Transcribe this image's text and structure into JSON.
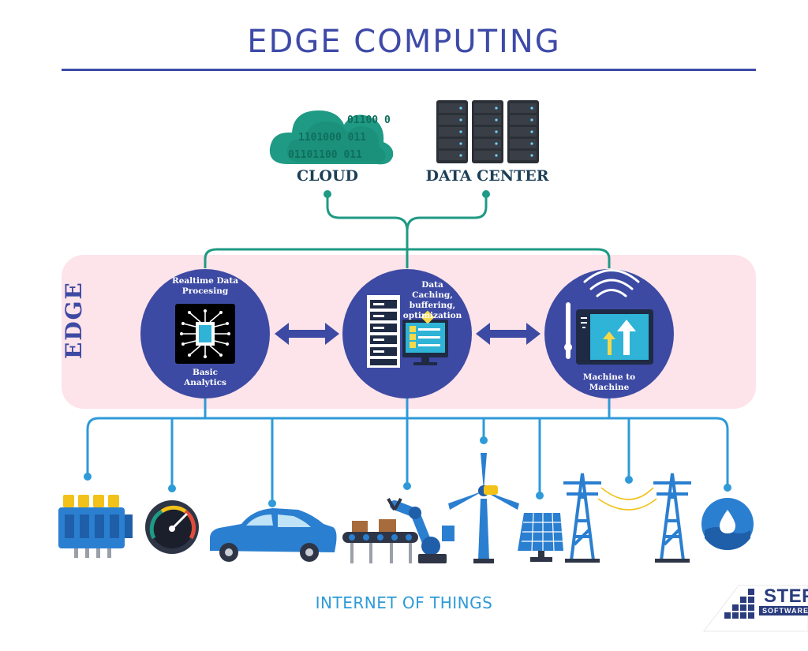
{
  "title": "EDGE COMPUTING",
  "top_nodes": {
    "cloud": "CLOUD",
    "datacenter": "DATA CENTER"
  },
  "cloud_binary": [
    "01100 0",
    "1101000 011",
    "01101100 011"
  ],
  "edge_label": "EDGE",
  "edge_nodes": {
    "processing": {
      "top": [
        "Realtime Data",
        "Procesing"
      ],
      "bottom": [
        "Basic",
        "Analytics"
      ]
    },
    "caching": {
      "lines": [
        "Data",
        "Caching,",
        "buffering,",
        "optimization"
      ]
    },
    "m2m": {
      "lines": [
        "Machine to",
        "Machine"
      ]
    }
  },
  "iot_label": "INTERNET OF THINGS",
  "logo": {
    "name": "STEP",
    "sub": "SOFTWARE"
  },
  "colors": {
    "title": "#3e4aa8",
    "connector": "#1f9a84",
    "iot_line": "#2e9ad8",
    "edge_band": "#fde3ea",
    "node_circle": "#3d4aa3",
    "cloud": "#1f9a84",
    "label_text": "#1d3f56"
  },
  "iot_devices": [
    "engine-block-icon",
    "speedometer-icon",
    "car-icon",
    "robotic-assembly-arm-icon",
    "wind-turbine-icon",
    "solar-panel-icon",
    "power-pylon-icon",
    "water-drop-icon"
  ]
}
